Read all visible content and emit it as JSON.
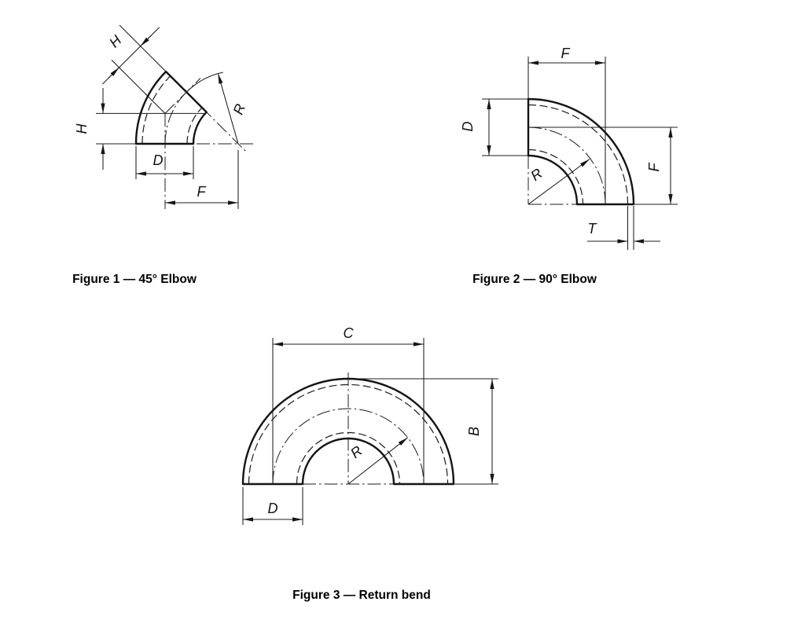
{
  "page": {
    "background": "#ffffff",
    "line_color": "#141414"
  },
  "figures": {
    "fig1": {
      "caption": "Figure 1 — 45° Elbow",
      "labels": {
        "h_diag": "H",
        "h_vert": "H",
        "d": "D",
        "f": "F",
        "r": "R"
      }
    },
    "fig2": {
      "caption": "Figure 2 — 90° Elbow",
      "labels": {
        "f_top": "F",
        "d": "D",
        "r": "R",
        "f_right": "F",
        "t": "T"
      }
    },
    "fig3": {
      "caption": "Figure 3 — Return bend",
      "labels": {
        "c": "C",
        "b": "B",
        "r": "R",
        "d": "D"
      }
    }
  }
}
